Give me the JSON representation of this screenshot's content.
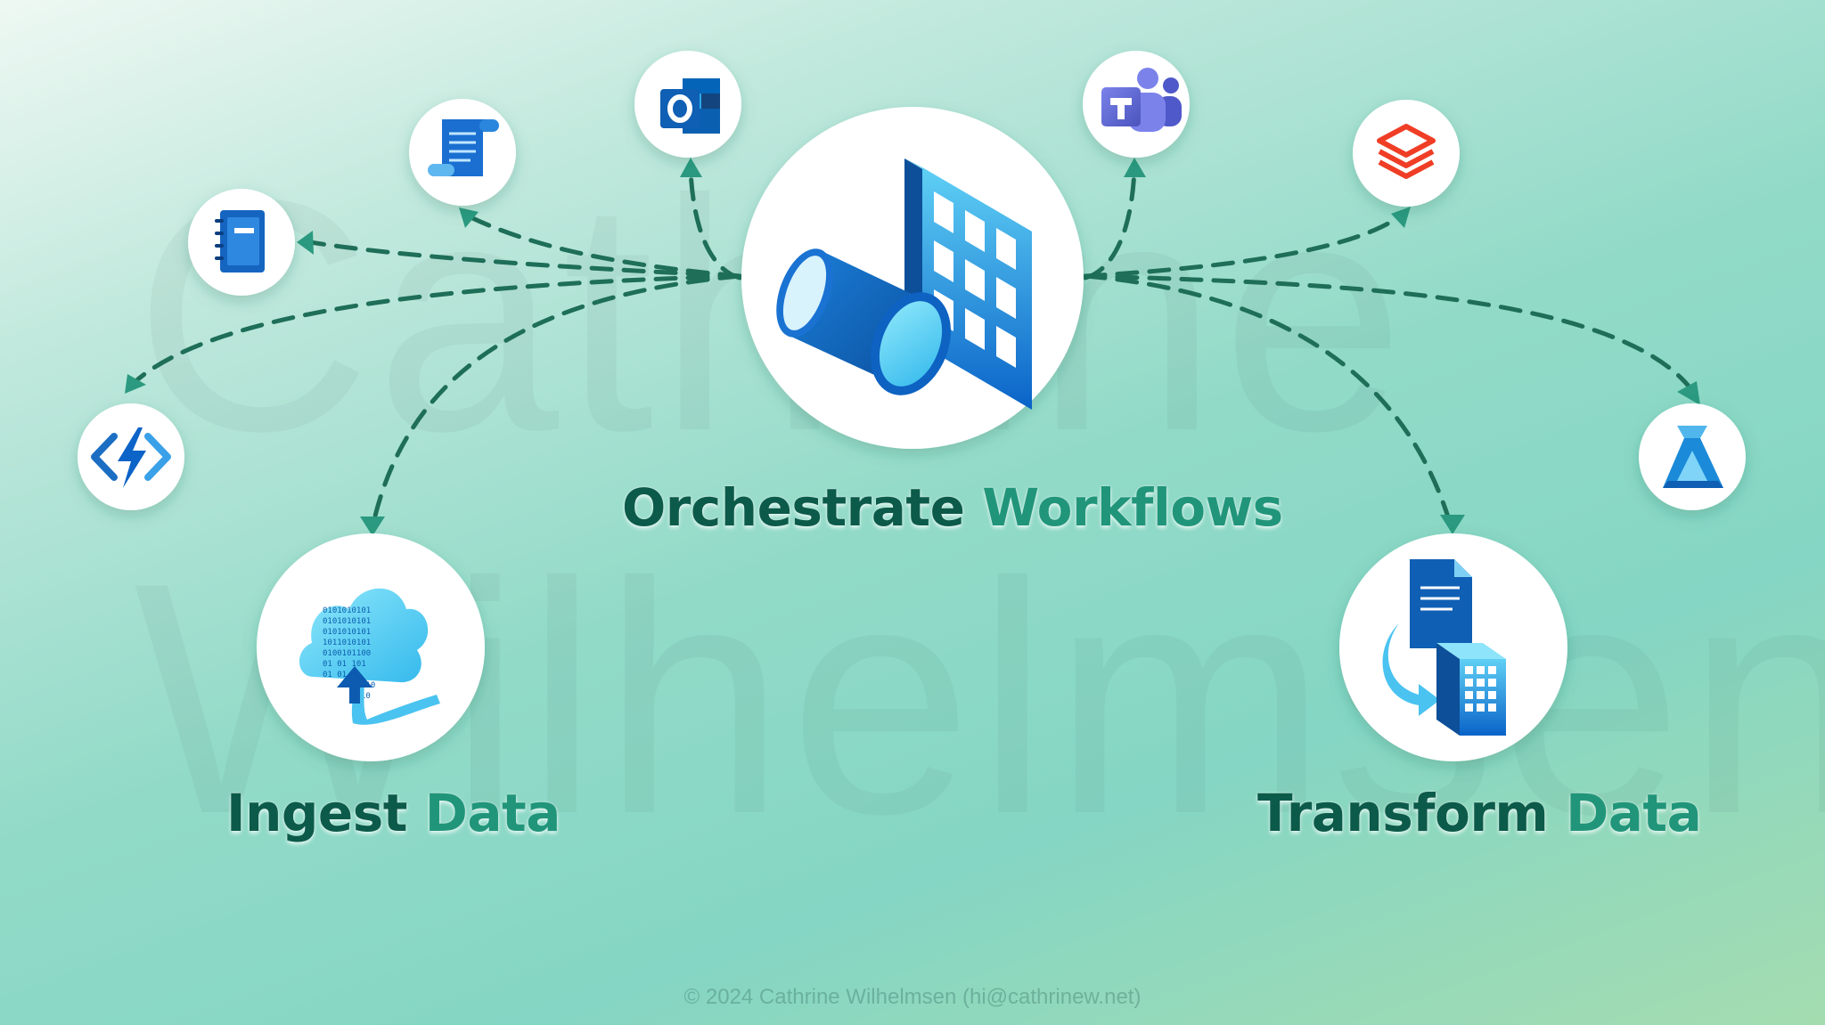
{
  "hub": {
    "title_part1": "Orchestrate",
    "title_part2": "Workflows",
    "icon": "data-factory-pipeline-icon"
  },
  "ingest": {
    "title_part1": "Ingest",
    "title_part2": "Data",
    "icon": "cloud-upload-binary-icon"
  },
  "transform": {
    "title_part1": "Transform",
    "title_part2": "Data",
    "icon": "document-to-table-icon"
  },
  "satellites": [
    {
      "icon": "azure-functions-icon"
    },
    {
      "icon": "notebook-icon"
    },
    {
      "icon": "script-scroll-icon"
    },
    {
      "icon": "outlook-icon"
    },
    {
      "icon": "teams-icon"
    },
    {
      "icon": "databricks-icon"
    },
    {
      "icon": "machine-learning-icon"
    }
  ],
  "watermark": "Cathrine\nWilhelmsen",
  "footer": "© 2024 Cathrine Wilhelmsen (hi@cathrinew.net)",
  "colors": {
    "arrow": "#1e6e58",
    "arrow_head": "#2b9a80",
    "title_dark": "#0c5a4a",
    "title_light": "#21957a"
  }
}
